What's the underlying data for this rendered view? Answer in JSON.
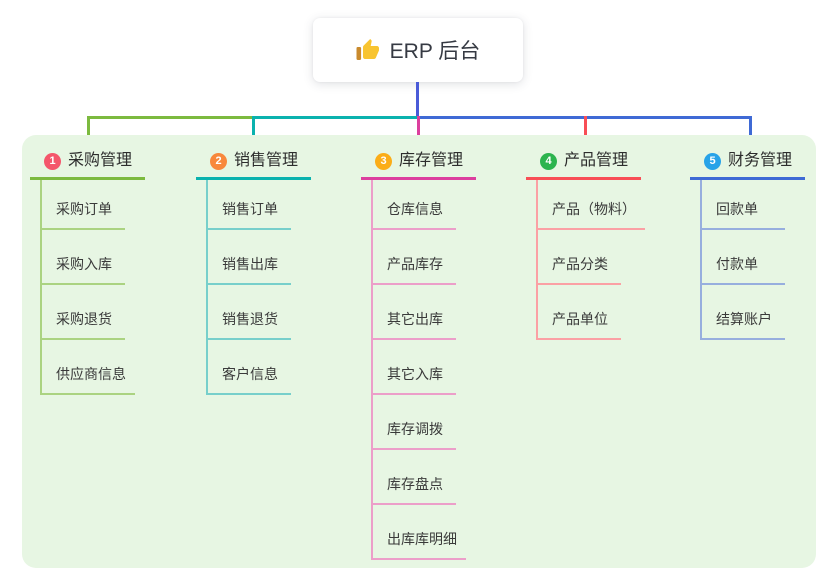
{
  "root": {
    "title": "ERP 后台",
    "icon": "thumbs-up-icon",
    "connector_color": "#4a5bd8"
  },
  "panel": {
    "bg": "#e7f6e3"
  },
  "branches": [
    {
      "num": "1",
      "label": "采购管理",
      "badge_color": "#f4566b",
      "line_color": "#7cba3f",
      "child_line_color": "#abd381",
      "children": [
        "采购订单",
        "采购入库",
        "采购退货",
        "供应商信息"
      ]
    },
    {
      "num": "2",
      "label": "销售管理",
      "badge_color": "#f8883c",
      "line_color": "#0ab2ae",
      "child_line_color": "#77cfcb",
      "children": [
        "销售订单",
        "销售出库",
        "销售退货",
        "客户信息"
      ]
    },
    {
      "num": "3",
      "label": "库存管理",
      "badge_color": "#fbad18",
      "line_color": "#dc3f9e",
      "child_line_color": "#ec9ec9",
      "children": [
        "仓库信息",
        "产品库存",
        "其它出库",
        "其它入库",
        "库存调拨",
        "库存盘点",
        "出库库明细"
      ]
    },
    {
      "num": "4",
      "label": "产品管理",
      "badge_color": "#2cb44e",
      "line_color": "#f84e56",
      "child_line_color": "#fba0a4",
      "children": [
        "产品（物料）",
        "产品分类",
        "产品单位"
      ]
    },
    {
      "num": "5",
      "label": "财务管理",
      "badge_color": "#28a3e8",
      "line_color": "#3f6ad5",
      "child_line_color": "#97aede",
      "children": [
        "回款单",
        "付款单",
        "结算账户"
      ]
    }
  ]
}
